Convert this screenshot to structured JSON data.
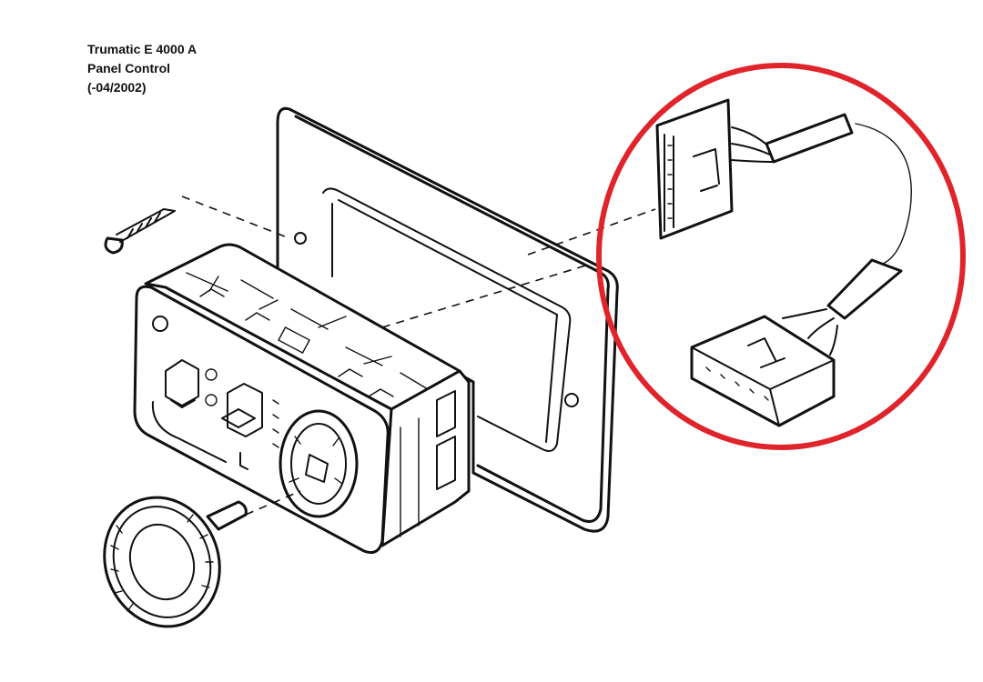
{
  "caption": {
    "line1": "Trumatic E 4000 A",
    "line2": "Panel Control",
    "line3": "(-04/2002)"
  },
  "annotation": {
    "highlight_color": "#e0242b",
    "highlight_target": "connector cable"
  }
}
